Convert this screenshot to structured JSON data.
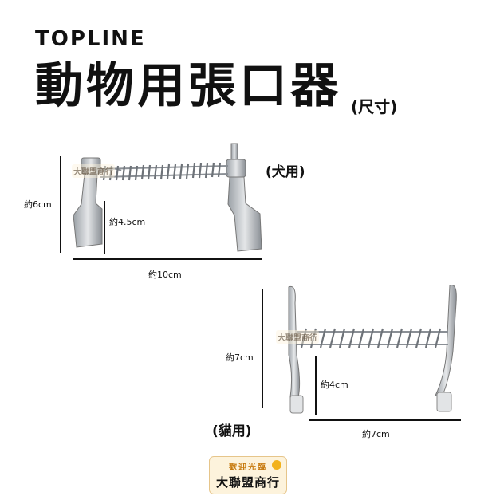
{
  "header": {
    "brand": "TOPLINE",
    "title": "動物用張口器",
    "title_note": "(尺寸)"
  },
  "dog": {
    "usage_label": "(犬用)",
    "height_label": "約6cm",
    "inner_height_label": "約4.5cm",
    "width_label": "約10cm"
  },
  "cat": {
    "usage_label": "(貓用)",
    "height_label": "約7cm",
    "inner_height_label": "約4cm",
    "width_label": "約7cm"
  },
  "store_logo": {
    "tagline": "歡迎光臨",
    "name": "大聯盟商行"
  },
  "colors": {
    "metal": "#c9ccd0",
    "metal_dark": "#8a8f95",
    "logo_bg": "#fdf3dc",
    "logo_accent": "#c77a0e"
  }
}
